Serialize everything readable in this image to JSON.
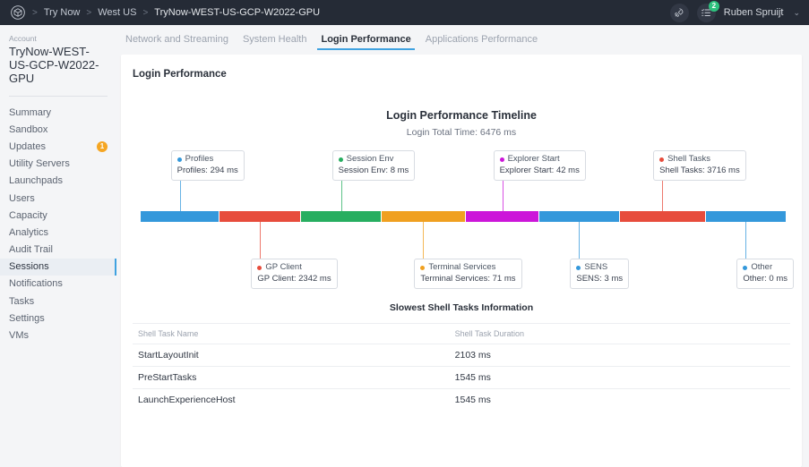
{
  "topbar": {
    "logo_icon": "cube-logo-icon",
    "breadcrumbs": [
      "Try Now",
      "West US",
      "TryNow-WEST-US-GCP-W2022-GPU"
    ],
    "separator": ">",
    "rocket_icon": "rocket-icon",
    "tasks_icon": "task-list-icon",
    "tasks_badge": "2",
    "username": "Ruben Spruijt",
    "caret": "⌄"
  },
  "sidebar": {
    "account_label": "Account",
    "account_name": "TryNow-WEST-US-GCP-W2022-GPU",
    "items": [
      {
        "label": "Summary",
        "badge": null,
        "active": false
      },
      {
        "label": "Sandbox",
        "badge": null,
        "active": false
      },
      {
        "label": "Updates",
        "badge": "1",
        "active": false
      },
      {
        "label": "Utility Servers",
        "badge": null,
        "active": false
      },
      {
        "label": "Launchpads",
        "badge": null,
        "active": false
      },
      {
        "label": "Users",
        "badge": null,
        "active": false
      },
      {
        "label": "Capacity",
        "badge": null,
        "active": false
      },
      {
        "label": "Analytics",
        "badge": null,
        "active": false
      },
      {
        "label": "Audit Trail",
        "badge": null,
        "active": false
      },
      {
        "label": "Sessions",
        "badge": null,
        "active": true
      },
      {
        "label": "Notifications",
        "badge": null,
        "active": false
      },
      {
        "label": "Tasks",
        "badge": null,
        "active": false
      },
      {
        "label": "Settings",
        "badge": null,
        "active": false
      },
      {
        "label": "VMs",
        "badge": null,
        "active": false
      }
    ]
  },
  "tabs": [
    {
      "label": "Network and Streaming",
      "active": false
    },
    {
      "label": "System Health",
      "active": false
    },
    {
      "label": "Login Performance",
      "active": true
    },
    {
      "label": "Applications Performance",
      "active": false
    }
  ],
  "card": {
    "title": "Login Performance"
  },
  "chart_data": {
    "type": "bar",
    "orientation": "horizontal-stacked-timeline",
    "title": "Login Performance Timeline",
    "subtitle": "Login Total Time: 6476 ms",
    "xlabel": "",
    "ylabel": "",
    "total_ms": 6476,
    "unit": "ms",
    "grid": false,
    "legend": "inline-tooltips",
    "segments": [
      {
        "name": "Profiles",
        "value": 294,
        "label": "Profiles: 294 ms",
        "color": "#3498db",
        "side": "top",
        "start_pct": 0.0,
        "width_pct": 12.12
      },
      {
        "name": "GP Client",
        "value": 2342,
        "label": "GP Client: 2342 ms",
        "color": "#e74c3c",
        "side": "bottom",
        "start_pct": 12.26,
        "width_pct": 12.53
      },
      {
        "name": "Session Env",
        "value": 8,
        "label": "Session Env: 8 ms",
        "color": "#27ae60",
        "side": "top",
        "start_pct": 24.93,
        "width_pct": 12.26
      },
      {
        "name": "Terminal Services",
        "value": 71,
        "label": "Terminal Services: 71 ms",
        "color": "#f0a020",
        "side": "bottom",
        "start_pct": 37.33,
        "width_pct": 12.95
      },
      {
        "name": "Explorer Start",
        "value": 42,
        "label": "Explorer Start: 42 ms",
        "color": "#cc16d9",
        "side": "top",
        "start_pct": 50.41,
        "width_pct": 11.29
      },
      {
        "name": "SENS",
        "value": 3,
        "label": "SENS: 3 ms",
        "color": "#3498db",
        "side": "bottom",
        "start_pct": 61.84,
        "width_pct": 12.26
      },
      {
        "name": "Shell Tasks",
        "value": 3716,
        "label": "Shell Tasks: 3716 ms",
        "color": "#e74c3c",
        "side": "top",
        "start_pct": 74.24,
        "width_pct": 13.22
      },
      {
        "name": "Other",
        "value": 0,
        "label": "Other: 0 ms",
        "color": "#3498db",
        "side": "bottom",
        "start_pct": 87.6,
        "width_pct": 12.4
      }
    ]
  },
  "table": {
    "title": "Slowest Shell Tasks Information",
    "columns": [
      "Shell Task Name",
      "Shell Task Duration"
    ],
    "rows": [
      [
        "StartLayoutInit",
        "2103 ms"
      ],
      [
        "PreStartTasks",
        "1545 ms"
      ],
      [
        "LaunchExperienceHost",
        "1545 ms"
      ]
    ]
  }
}
